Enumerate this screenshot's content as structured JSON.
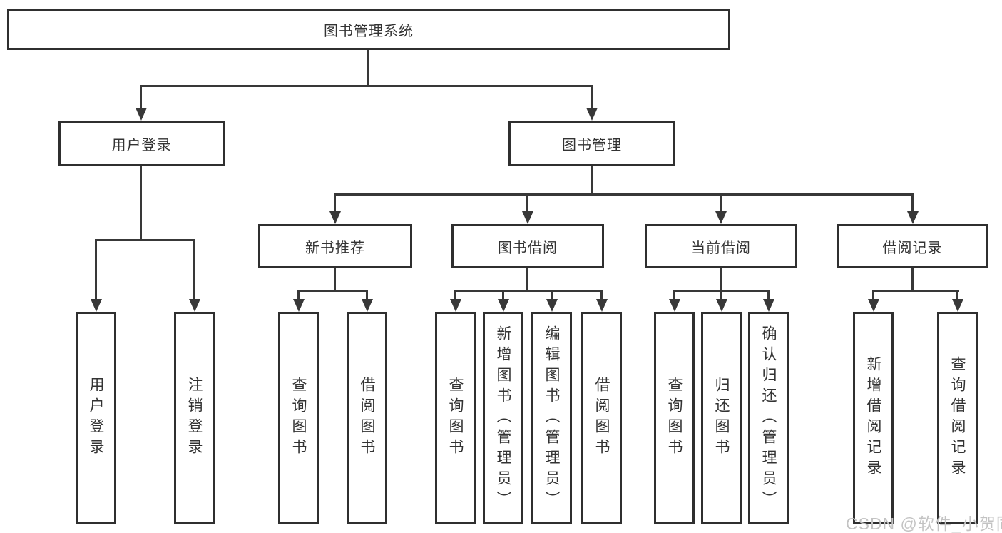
{
  "diagram": {
    "root": {
      "label": "图书管理系统"
    },
    "level2": [
      {
        "label": "用户登录"
      },
      {
        "label": "图书管理"
      }
    ],
    "level3": [
      {
        "label": "新书推荐",
        "parent": "图书管理"
      },
      {
        "label": "图书借阅",
        "parent": "图书管理"
      },
      {
        "label": "当前借阅",
        "parent": "图书管理"
      },
      {
        "label": "借阅记录",
        "parent": "图书管理"
      }
    ],
    "leaves": [
      {
        "label": "用户登录",
        "parent": "用户登录"
      },
      {
        "label": "注销登录",
        "parent": "用户登录"
      },
      {
        "label": "查询图书",
        "parent": "新书推荐"
      },
      {
        "label": "借阅图书",
        "parent": "新书推荐"
      },
      {
        "label": "查询图书",
        "parent": "图书借阅"
      },
      {
        "label": "新增图书（管理员）",
        "parent": "图书借阅"
      },
      {
        "label": "编辑图书（管理员）",
        "parent": "图书借阅"
      },
      {
        "label": "借阅图书",
        "parent": "图书借阅"
      },
      {
        "label": "查询图书",
        "parent": "当前借阅"
      },
      {
        "label": "归还图书",
        "parent": "当前借阅"
      },
      {
        "label": "确认归还（管理员）",
        "parent": "当前借阅"
      },
      {
        "label": "新增借阅记录",
        "parent": "借阅记录"
      },
      {
        "label": "查询借阅记录",
        "parent": "借阅记录"
      }
    ]
  },
  "watermark": {
    "text": "CSDN @软件_小贺同学"
  },
  "colors": {
    "line": "#383838",
    "box_border": "#2f2f2f",
    "text": "#333333",
    "watermark": "#c3c3c3",
    "background": "#ffffff"
  }
}
